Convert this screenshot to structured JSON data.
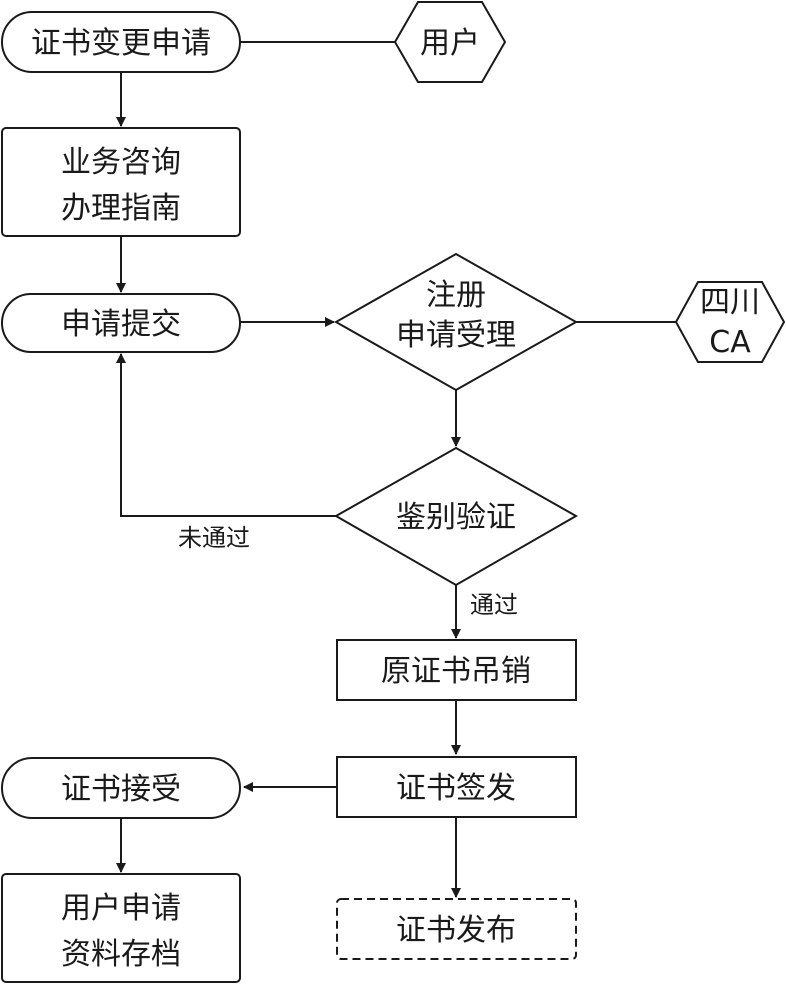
{
  "nodes": {
    "cert_change_request": "证书变更申请",
    "user_actor": "用户",
    "business_consult": [
      "业务咨询",
      "办理指南"
    ],
    "submit_application": "申请提交",
    "register_accept": [
      "注册",
      "申请受理"
    ],
    "sichuan_ca": [
      "四川",
      "CA"
    ],
    "verify": "鉴别验证",
    "revoke_original": "原证书吊销",
    "cert_issue": "证书签发",
    "cert_receive": "证书接受",
    "archive": [
      "用户申请",
      "资料存档"
    ],
    "cert_publish": "证书发布"
  },
  "labels": {
    "not_passed": "未通过",
    "passed": "通过"
  }
}
